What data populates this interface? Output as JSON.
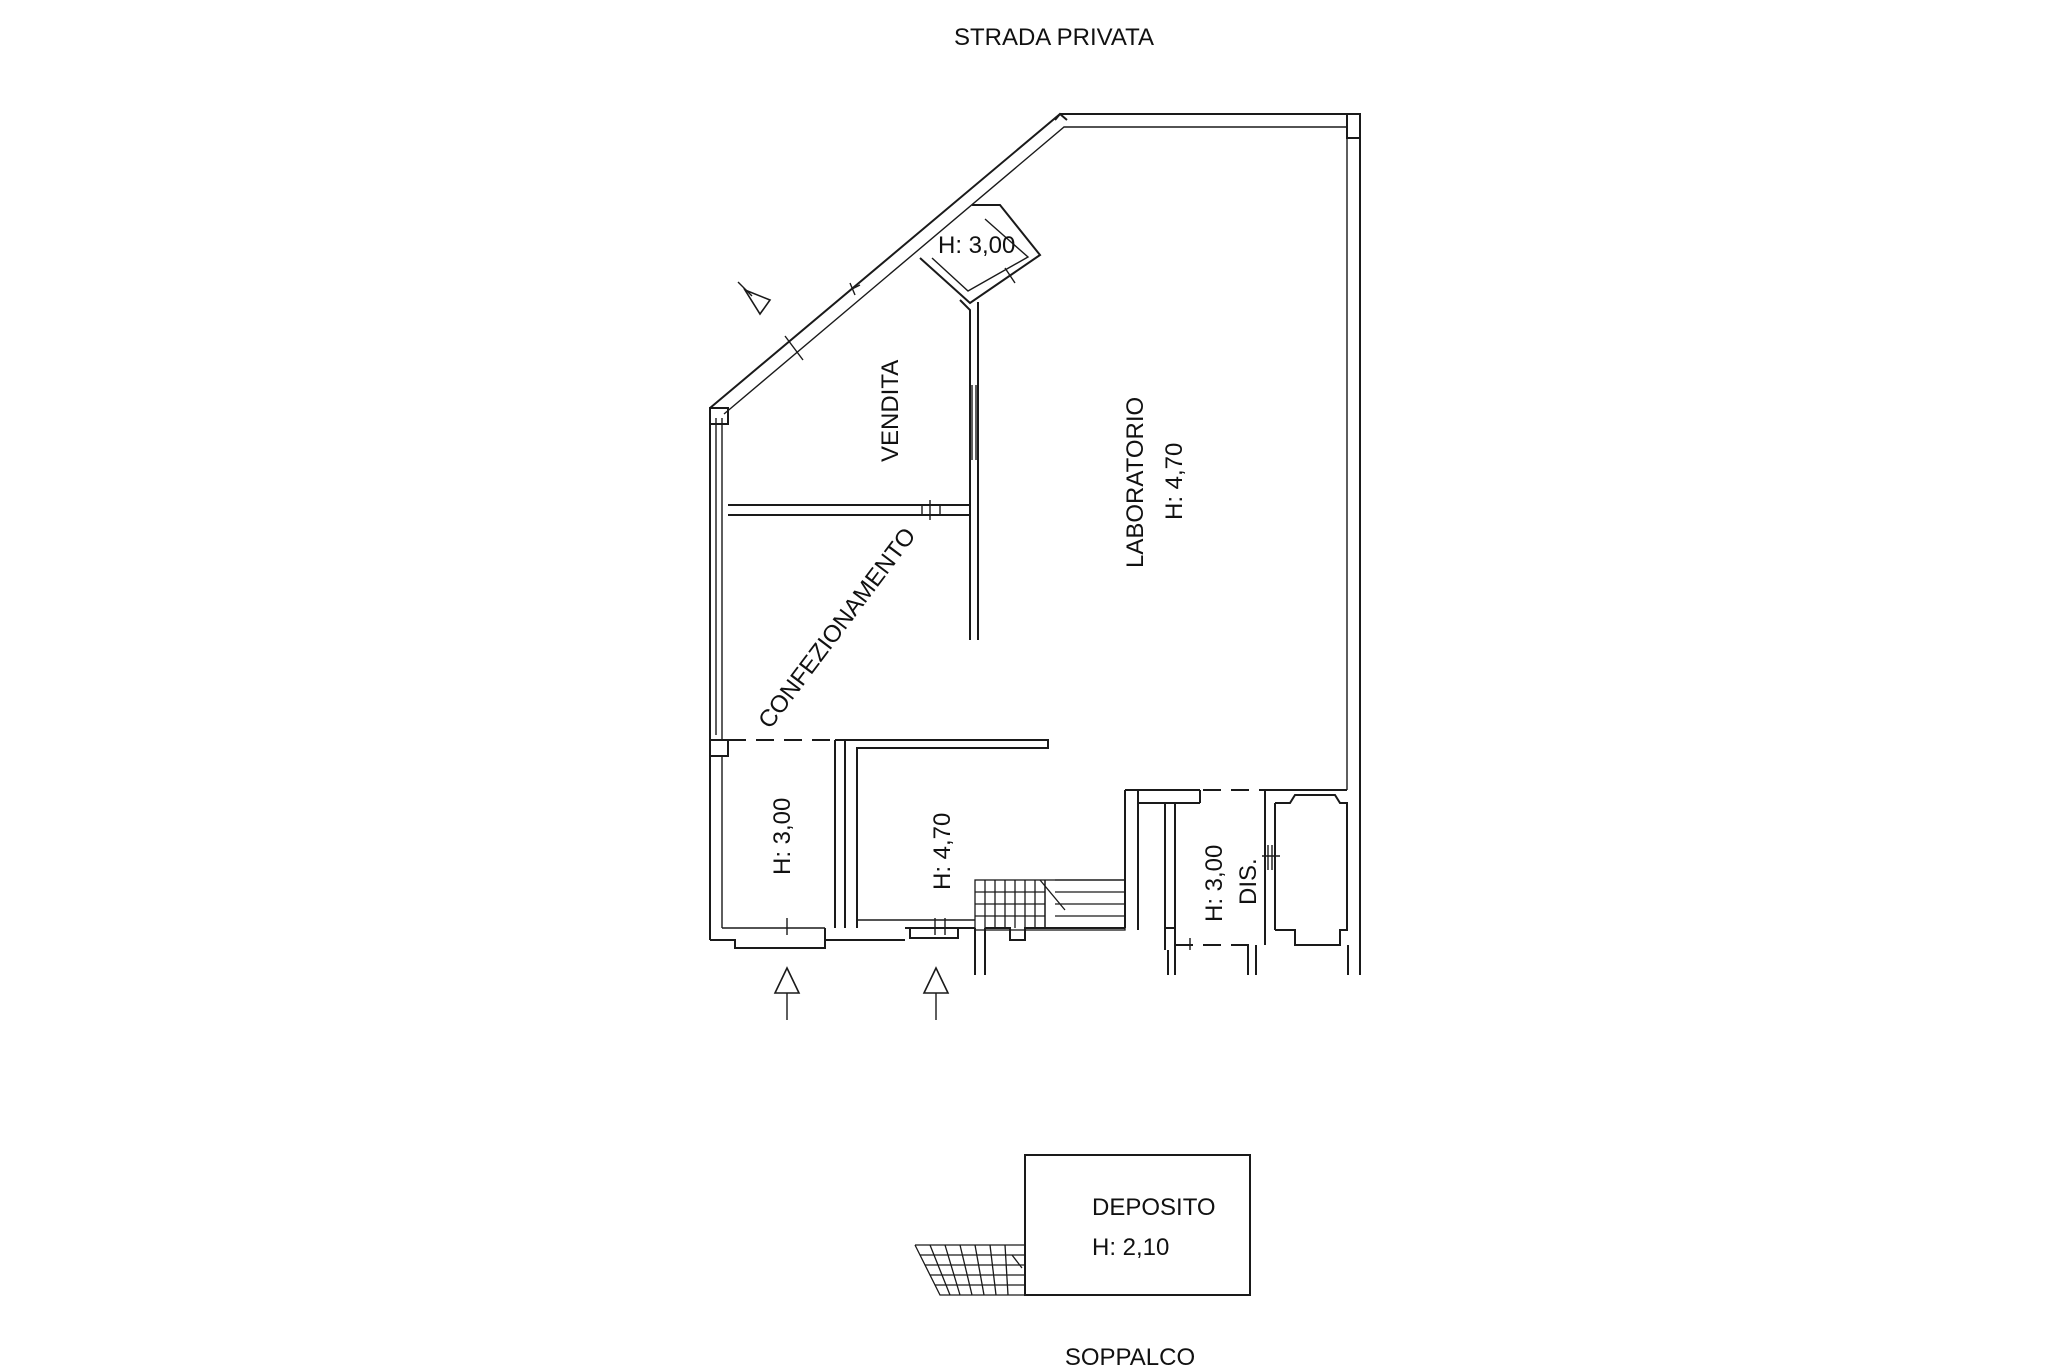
{
  "plan": {
    "street_label": "STRADA PRIVATA",
    "mezzanine_label": "SOPPALCO",
    "rooms": {
      "small_top": {
        "height": "H: 3,00"
      },
      "vendita": {
        "name": "VENDITA"
      },
      "laboratorio": {
        "name": "LABORATORIO",
        "height": "H: 4,70"
      },
      "confezionamento": {
        "name": "CONFEZIONAMENTO"
      },
      "left_bottom": {
        "height": "H: 3,00"
      },
      "center_bottom": {
        "height": "H: 4,70"
      },
      "disimpegno": {
        "name": "DIS.",
        "height": "H: 3,00"
      },
      "deposito": {
        "name": "DEPOSITO",
        "height": "H: 2,10"
      }
    }
  }
}
